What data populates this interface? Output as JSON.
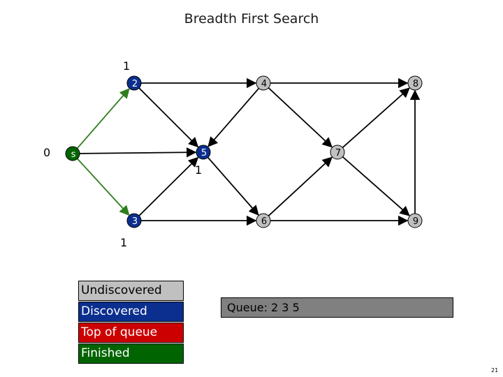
{
  "title": "Breadth First Search",
  "distances": {
    "s": "0",
    "n2": "1",
    "n3": "1",
    "n5": "1"
  },
  "nodes": [
    {
      "id": "s",
      "label": "s",
      "state": "finished"
    },
    {
      "id": "2",
      "label": "2",
      "state": "discovered"
    },
    {
      "id": "3",
      "label": "3",
      "state": "discovered"
    },
    {
      "id": "4",
      "label": "4",
      "state": "undiscovered"
    },
    {
      "id": "5",
      "label": "5",
      "state": "discovered"
    },
    {
      "id": "6",
      "label": "6",
      "state": "undiscovered"
    },
    {
      "id": "7",
      "label": "7",
      "state": "undiscovered"
    },
    {
      "id": "8",
      "label": "8",
      "state": "undiscovered"
    },
    {
      "id": "9",
      "label": "9",
      "state": "undiscovered"
    }
  ],
  "edges": [
    {
      "from": "s",
      "to": "2",
      "tree": true
    },
    {
      "from": "s",
      "to": "3",
      "tree": true
    },
    {
      "from": "s",
      "to": "5",
      "tree": false
    },
    {
      "from": "2",
      "to": "4",
      "tree": false
    },
    {
      "from": "2",
      "to": "5",
      "tree": false
    },
    {
      "from": "3",
      "to": "5",
      "tree": false
    },
    {
      "from": "3",
      "to": "6",
      "tree": false
    },
    {
      "from": "4",
      "to": "5",
      "tree": false
    },
    {
      "from": "4",
      "to": "8",
      "tree": false
    },
    {
      "from": "4",
      "to": "7",
      "tree": false
    },
    {
      "from": "5",
      "to": "6",
      "tree": false
    },
    {
      "from": "6",
      "to": "7",
      "tree": false
    },
    {
      "from": "6",
      "to": "9",
      "tree": false
    },
    {
      "from": "7",
      "to": "8",
      "tree": false
    },
    {
      "from": "7",
      "to": "9",
      "tree": false
    },
    {
      "from": "9",
      "to": "8",
      "tree": false
    }
  ],
  "colors": {
    "undiscovered": "#c0c0c0",
    "discovered": "#0b2f8f",
    "top_of_queue": "#cc0000",
    "finished": "#006400",
    "edge": "#000000",
    "tree_edge": "#2e7d1e"
  },
  "legend": [
    {
      "label": "Undiscovered",
      "color": "#c0c0c0",
      "text_color": "#000000"
    },
    {
      "label": "Discovered",
      "color": "#0b2f8f",
      "text_color": "#ffffff"
    },
    {
      "label": "Top of queue",
      "color": "#cc0000",
      "text_color": "#ffffff"
    },
    {
      "label": "Finished",
      "color": "#006400",
      "text_color": "#ffffff"
    }
  ],
  "queue": {
    "text": "Queue: 2 3 5"
  },
  "page_number": "21"
}
